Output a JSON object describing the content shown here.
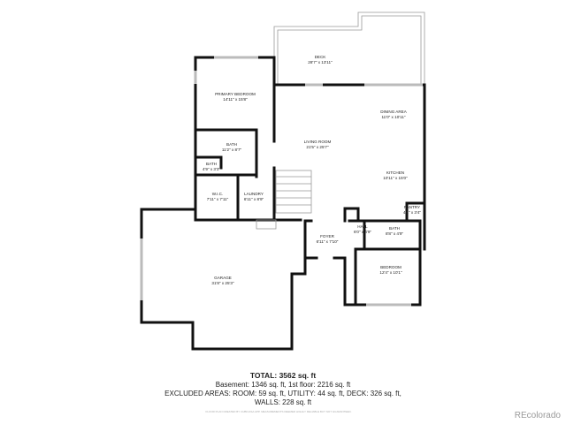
{
  "rooms": [
    {
      "id": "deck",
      "name": "DECK",
      "dims": "28'7\" x 13'11\""
    },
    {
      "id": "primary-bedroom",
      "name": "PRIMARY BEDROOM",
      "dims": "14'11\" x 15'8\""
    },
    {
      "id": "dining-area",
      "name": "DINING AREA",
      "dims": "11'0\" x 10'11\""
    },
    {
      "id": "living-room",
      "name": "LIVING ROOM",
      "dims": "21'5\" x 25'7\""
    },
    {
      "id": "bath-1",
      "name": "BATH",
      "dims": "11'2\" x 8'7\""
    },
    {
      "id": "bath-2",
      "name": "BATH",
      "dims": "4'9\" x 3'3\""
    },
    {
      "id": "kitchen",
      "name": "KITCHEN",
      "dims": "10'11\" x 15'0\""
    },
    {
      "id": "wic",
      "name": "W.I.C.",
      "dims": "7'11\" x 7'11\""
    },
    {
      "id": "laundry",
      "name": "LAUNDRY",
      "dims": "6'11\" x 8'9\""
    },
    {
      "id": "pantry",
      "name": "PANTRY",
      "dims": "4'4\" x 3'4\""
    },
    {
      "id": "hall",
      "name": "HALL",
      "dims": "6'0\" x 4'9\""
    },
    {
      "id": "bath-3",
      "name": "BATH",
      "dims": "8'8\" x 4'9\""
    },
    {
      "id": "foyer",
      "name": "FOYER",
      "dims": "6'11\" x 7'10\""
    },
    {
      "id": "bedroom",
      "name": "BEDROOM",
      "dims": "12'4\" x 10'1\""
    },
    {
      "id": "garage",
      "name": "GARAGE",
      "dims": "31'8\" x 25'3\""
    }
  ],
  "summary": {
    "total": "TOTAL: 3562 sq. ft",
    "floors": "Basement: 1346 sq. ft, 1st floor: 2216 sq. ft",
    "excluded": "EXCLUDED AREAS: ROOM: 59 sq. ft, UTILITY: 44 sq. ft, DECK: 326 sq. ft,",
    "walls": "WALLS: 228 sq. ft"
  },
  "disclaimer": "FLOOR PLAN CREATED BY CUBICASA APP. MEASUREMENTS DEEMED HIGHLY RELIABLE BUT NOT GUARANTEED.",
  "brand": "REcolorado"
}
